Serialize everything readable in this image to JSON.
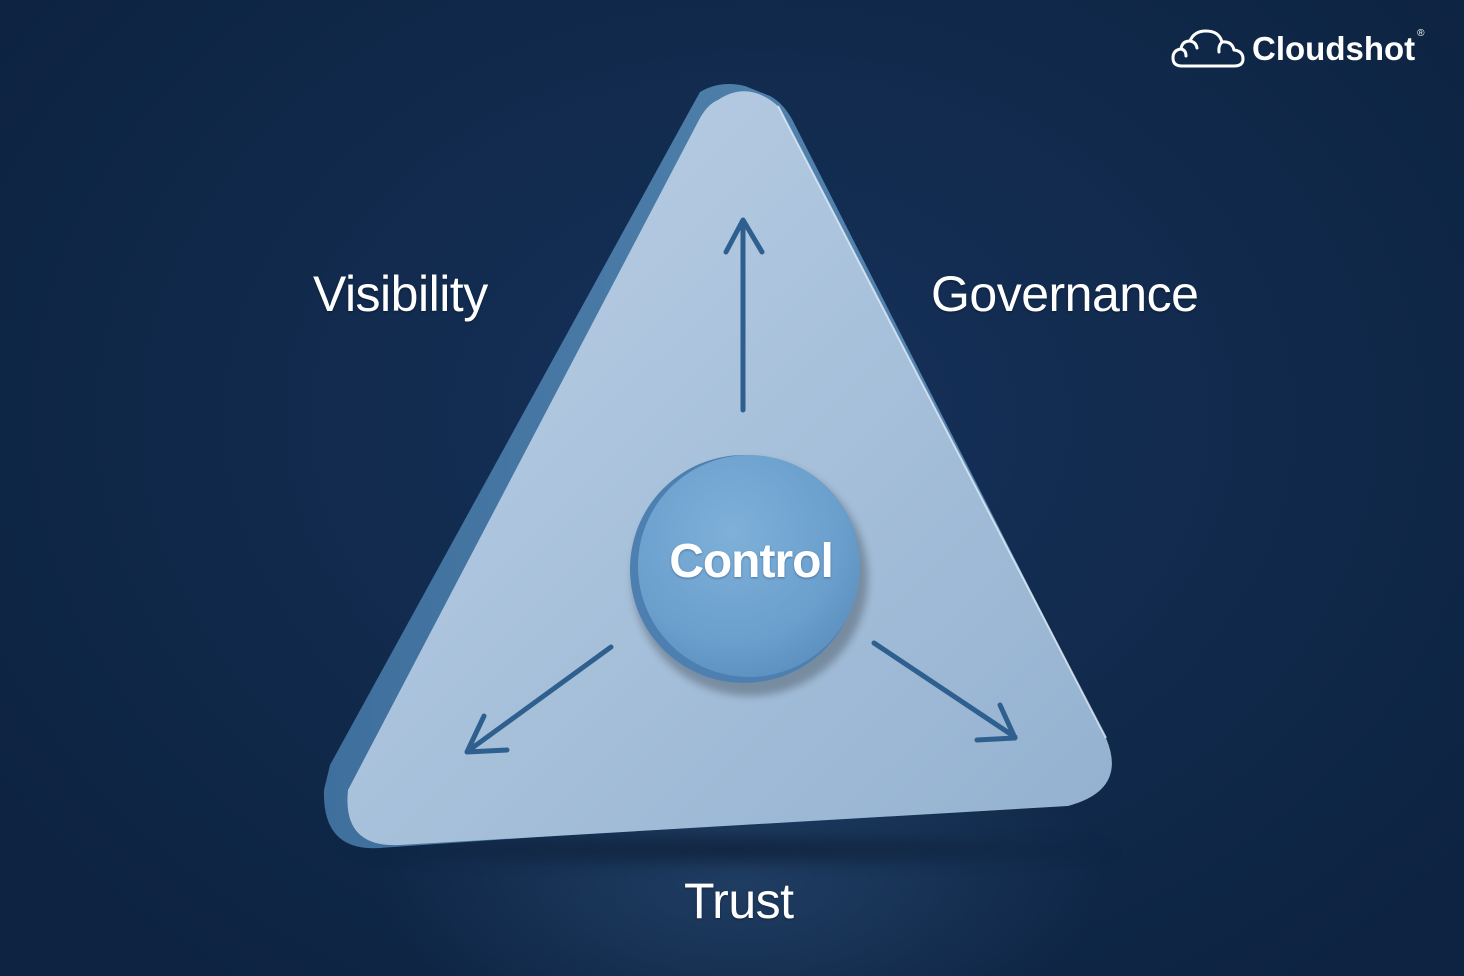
{
  "brand": {
    "name": "Cloudshot",
    "registered_mark": "®",
    "logo_icon": "cloud-outline-icon",
    "text_color": "#ffffff"
  },
  "diagram": {
    "type": "triangle-framework",
    "center": {
      "label": "Control",
      "color": "#6d9fcc"
    },
    "vertices": [
      {
        "position": "top-left",
        "label": "Visibility"
      },
      {
        "position": "top-right",
        "label": "Governance"
      },
      {
        "position": "bottom",
        "label": "Trust"
      }
    ],
    "arrows": [
      {
        "direction": "up",
        "icon": "arrow-up-icon"
      },
      {
        "direction": "down-left",
        "icon": "arrow-down-left-icon"
      },
      {
        "direction": "down-right",
        "icon": "arrow-down-right-icon"
      }
    ],
    "colors": {
      "background": "#11284a",
      "triangle_face": "#a6bfd9",
      "triangle_edge": "#4e7eab",
      "arrow": "#2f5f8e",
      "label_text": "#ffffff"
    }
  }
}
